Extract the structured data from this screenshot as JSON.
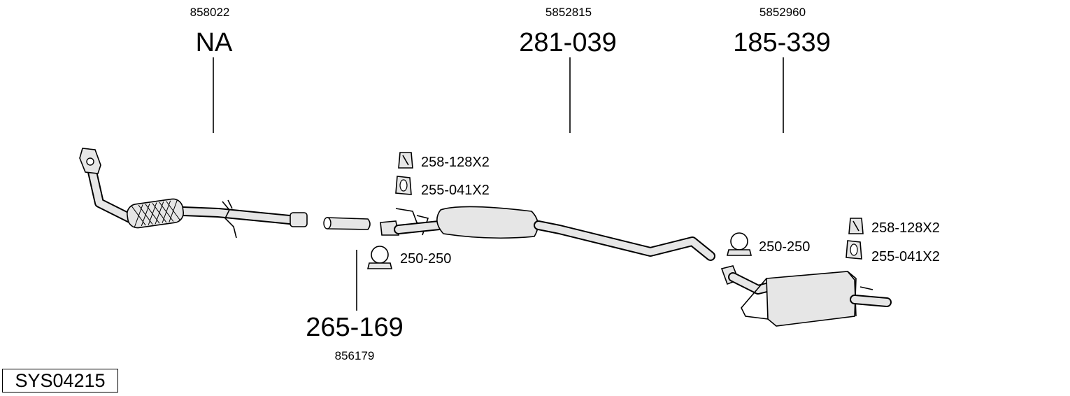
{
  "parts": [
    {
      "ref": "858022",
      "code": "NA"
    },
    {
      "ref": "5852815",
      "code": "281-039"
    },
    {
      "ref": "5852960",
      "code": "185-339"
    },
    {
      "ref": "856179",
      "code": "265-169"
    }
  ],
  "accessories": [
    {
      "label": "258-128X2",
      "icon": "rubber-hanger-icon"
    },
    {
      "label": "255-041X2",
      "icon": "rubber-ring-icon"
    },
    {
      "label": "250-250",
      "icon": "clamp-icon"
    },
    {
      "label": "250-250",
      "icon": "clamp-icon"
    },
    {
      "label": "258-128X2",
      "icon": "rubber-hanger-icon"
    },
    {
      "label": "255-041X2",
      "icon": "rubber-ring-icon"
    }
  ],
  "system_code": "SYS04215"
}
